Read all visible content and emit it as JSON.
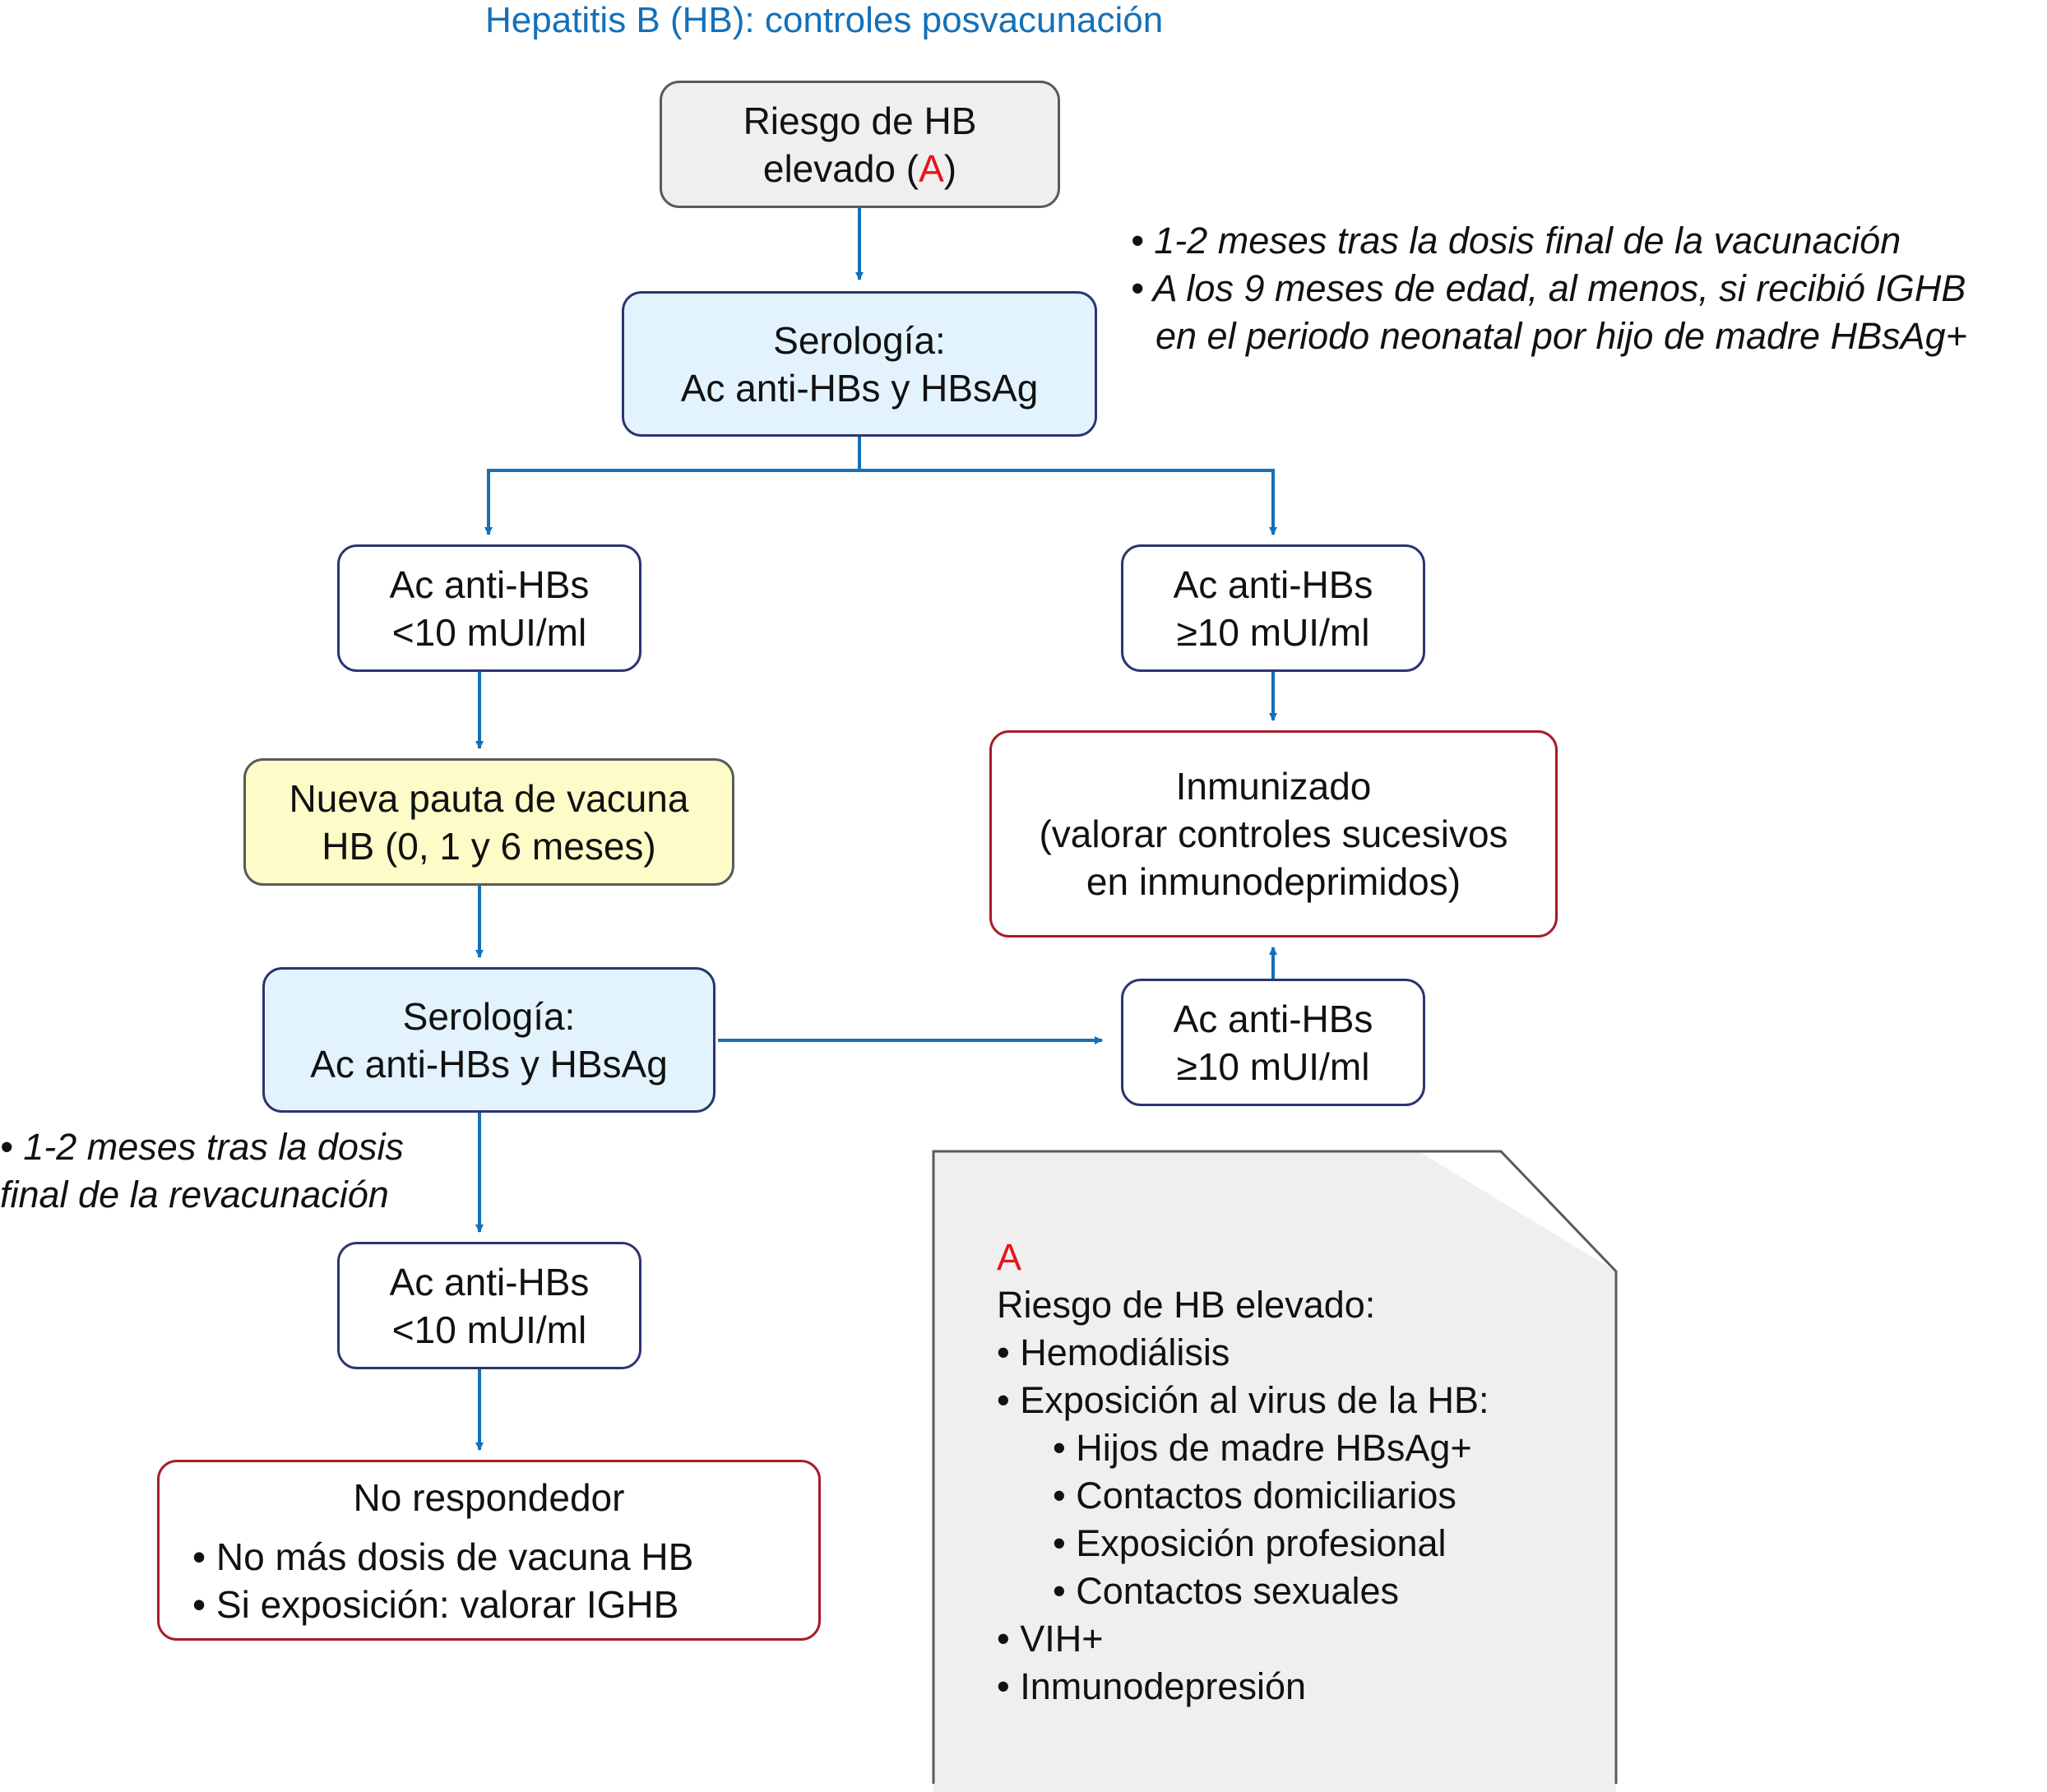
{
  "title": "Hepatitis B (HB): controles posvacunación",
  "nodes": {
    "risk": {
      "line1": "Riesgo de HB",
      "line2_prefix": "elevado (",
      "line2_marker": "A",
      "line2_suffix": ")"
    },
    "serology1": {
      "line1": "Serología:",
      "line2": "Ac anti-HBs y HBsAg"
    },
    "low1": {
      "line1": "Ac anti-HBs",
      "line2": "<10 mUI/ml"
    },
    "high1": {
      "line1": "Ac anti-HBs",
      "line2": "≥10 mUI/ml"
    },
    "new_schedule": {
      "line1": "Nueva pauta de vacuna",
      "line2": "HB (0, 1 y 6 meses)"
    },
    "immunized": {
      "line1": "Inmunizado",
      "line2": "(valorar controles sucesivos",
      "line3": "en inmunodeprimidos)"
    },
    "serology2": {
      "line1": "Serología:",
      "line2": "Ac anti-HBs y HBsAg"
    },
    "high2": {
      "line1": "Ac anti-HBs",
      "line2": "≥10 mUI/ml"
    },
    "low2": {
      "line1": "Ac anti-HBs",
      "line2": "<10 mUI/ml"
    },
    "non_responder": {
      "title": "No respondedor",
      "items": [
        "• No más dosis de vacuna HB",
        "• Si exposición: valorar IGHB"
      ]
    }
  },
  "notes": {
    "timing1": [
      "• 1-2 meses tras la dosis final de la vacunación",
      "• A los 9 meses de edad, al menos, si recibió IGHB",
      "en el periodo neonatal por hijo de madre HBsAg+"
    ],
    "timing2": [
      "• 1-2 meses tras la dosis",
      "final de la revacunación"
    ]
  },
  "legend": {
    "marker": "A",
    "heading": "Riesgo de HB elevado:",
    "item1": "• Hemodiálisis",
    "item2": "• Exposición al virus de la HB:",
    "subitems": [
      "• Hijos de madre HBsAg+",
      "• Contactos domiciliarios",
      "• Exposición profesional",
      "• Contactos sexuales"
    ],
    "item3": "• VIH+",
    "item4": "• Inmunodepresión"
  },
  "colors": {
    "title": "#1470b8",
    "arrow": "#1470b8",
    "marker": "#e8141c",
    "box_border_dark": "#2c3570",
    "box_border_red": "#a51d25",
    "fill_blue": "#e3f3fd",
    "fill_yellow": "#fdfcc8",
    "fill_gray": "#efefef"
  }
}
